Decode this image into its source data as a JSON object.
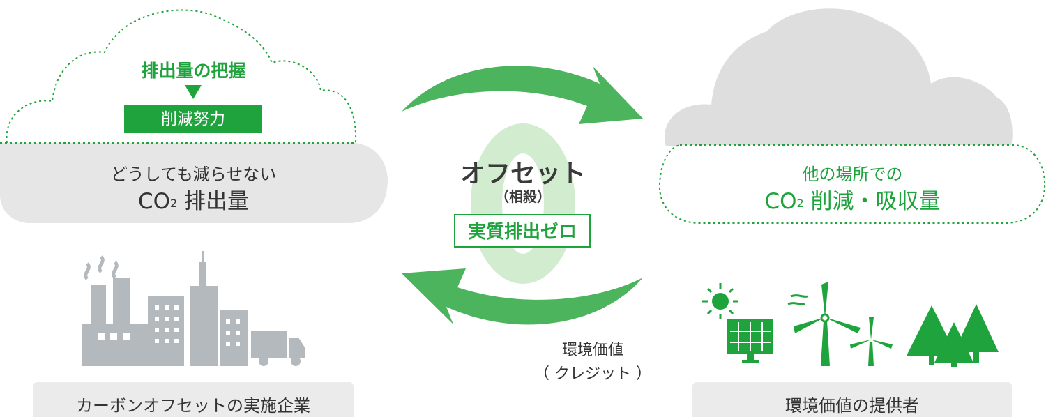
{
  "left_cloud": {
    "step1": "排出量の把握",
    "step2": "削減努力",
    "line1": "どうしても減らせない",
    "co2": "CO",
    "co2_sub": "2",
    "line2_suffix": "排出量"
  },
  "right_cloud": {
    "line1": "他の場所での",
    "co2": "CO",
    "co2_sub": "2",
    "line2_suffix": "削減・吸収量"
  },
  "center": {
    "title": "オフセット",
    "subtitle": "（相殺）",
    "zero_label": "実質排出ゼロ",
    "zero_glyph": "0"
  },
  "credit": {
    "line1": "環境価値",
    "line2": "（ クレジット ）"
  },
  "labels": {
    "left": "カーボンオフセットの実施企業",
    "right": "環境価値の提供者"
  },
  "colors": {
    "green": "#1fa33c",
    "arrow_green": "#4cb45c",
    "cloud_gray": "#e6e6e6",
    "dark_cloud_gray": "#dedede",
    "icon_gray": "#b4b9bd",
    "zero_pale": "#d2ecd0"
  },
  "icons": [
    "factory-icon",
    "building-icon",
    "truck-icon",
    "sun-icon",
    "solar-panel-icon",
    "wind-turbine-icon",
    "tree-icon"
  ]
}
